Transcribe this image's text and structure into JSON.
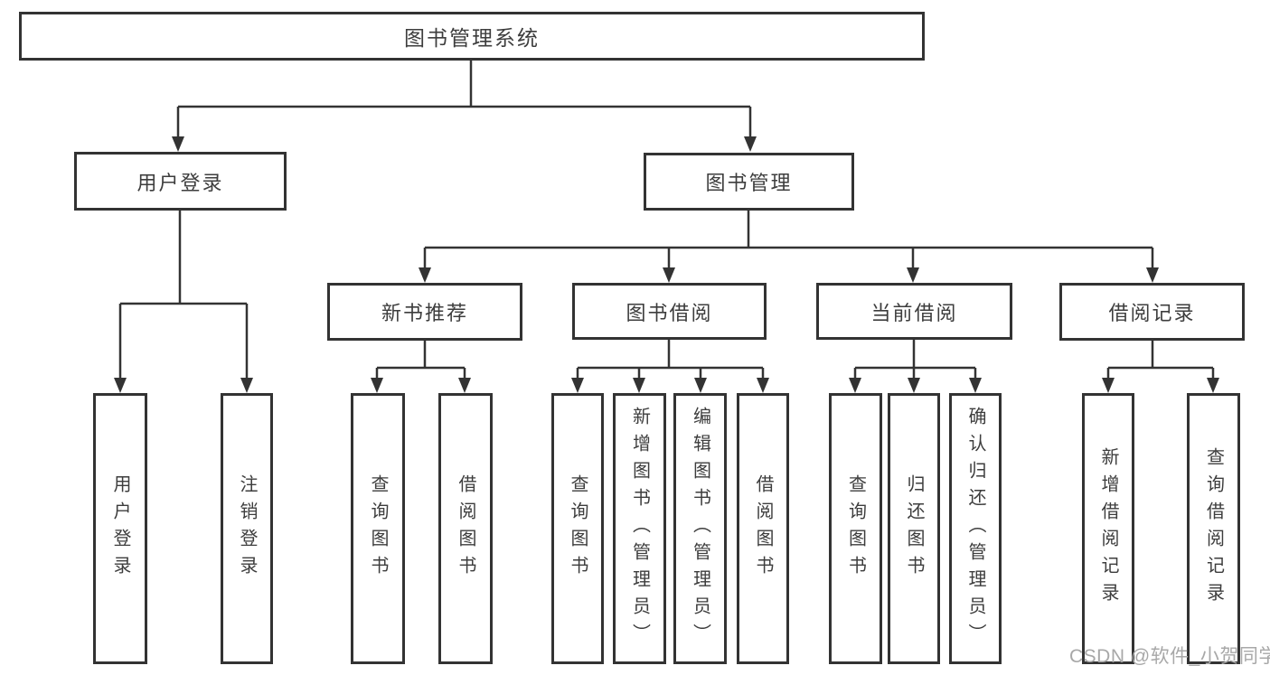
{
  "page": {
    "background": "#ffffff"
  },
  "colors": {
    "line": "#333333",
    "box_border": "#333333",
    "text": "#3d3d3d",
    "watermark": "#a8a8a8"
  },
  "watermark": {
    "text": "CSDN @软件_小贺同学"
  },
  "diagram": {
    "root": {
      "label": "图书管理系统"
    },
    "branches": [
      {
        "label": "用户登录",
        "children": [
          {
            "label": "用户登录"
          },
          {
            "label": "注销登录"
          }
        ]
      },
      {
        "label": "图书管理",
        "children": [
          {
            "label": "新书推荐",
            "children": [
              {
                "label": "查询图书"
              },
              {
                "label": "借阅图书"
              }
            ]
          },
          {
            "label": "图书借阅",
            "children": [
              {
                "label": "查询图书"
              },
              {
                "label": "新增图书（管理员）"
              },
              {
                "label": "编辑图书（管理员）"
              },
              {
                "label": "借阅图书"
              }
            ]
          },
          {
            "label": "当前借阅",
            "children": [
              {
                "label": "查询图书"
              },
              {
                "label": "归还图书"
              },
              {
                "label": "确认归还（管理员）"
              }
            ]
          },
          {
            "label": "借阅记录",
            "children": [
              {
                "label": "新增借阅记录"
              },
              {
                "label": "查询借阅记录"
              }
            ]
          }
        ]
      }
    ]
  }
}
